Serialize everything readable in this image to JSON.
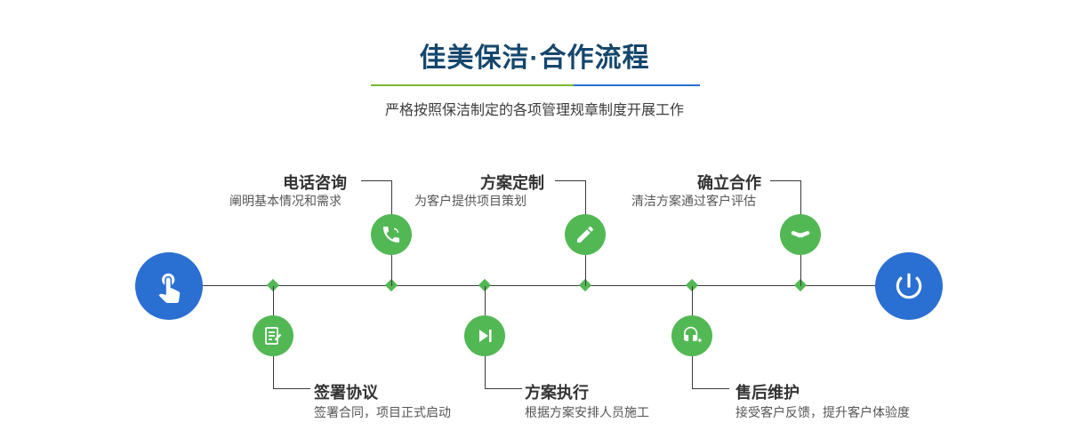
{
  "header": {
    "title": "佳美保洁·合作流程",
    "subtitle": "严格按照保洁制定的各项管理规章制度开展工作"
  },
  "colors": {
    "brand_blue": "#2a6fd2",
    "brand_green": "#52b854",
    "title_navy": "#15476d",
    "divider_green": "#7cb832",
    "divider_blue": "#2a6fd2",
    "line_dark": "#3a3a3a"
  },
  "flow": {
    "start_icon": "pointing-hand-icon",
    "end_icon": "power-icon",
    "steps_top": [
      {
        "title": "电话咨询",
        "desc": "阐明基本情况和需求",
        "icon": "phone-icon"
      },
      {
        "title": "方案定制",
        "desc": "为客户提供项目策划",
        "icon": "design-pen-icon"
      },
      {
        "title": "确立合作",
        "desc": "清洁方案通过客户评估",
        "icon": "handshake-icon"
      }
    ],
    "steps_bottom": [
      {
        "title": "签署协议",
        "desc": "签署合同，项目正式启动",
        "icon": "document-sign-icon"
      },
      {
        "title": "方案执行",
        "desc": "根据方案安排人员施工",
        "icon": "play-icon"
      },
      {
        "title": "售后维护",
        "desc": "接受客户反馈，提升客户体验度",
        "icon": "headset-icon"
      }
    ]
  }
}
